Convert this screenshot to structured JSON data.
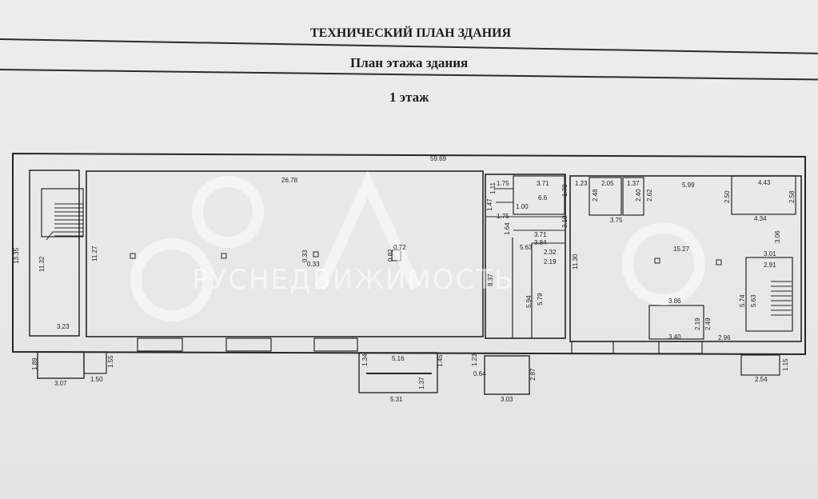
{
  "header": {
    "title": "ТЕХНИЧЕСКИЙ ПЛАН ЗДАНИЯ",
    "subtitle": "План этажа здания",
    "floor": "1 этаж"
  },
  "watermark": {
    "logo": "Avito",
    "text": "РУСНЕДВИЖИМОСТЬ"
  },
  "dimensions": {
    "overall_length": "59.69",
    "overall_depth": "13.35",
    "left_stair_height": "11.32",
    "left_stair_width": "3.23",
    "hall_width": "26.78",
    "hall_height": "11.27",
    "column_a": "0.33",
    "column_b": "0.33",
    "column_c": "0.72",
    "column_d": "0.82",
    "mid_top_a": "1.75",
    "mid_top_b": "3.71",
    "mid_top_c": "1.11",
    "mid_top_d": "1.78",
    "mid_small_a": "1.47",
    "mid_small_b": "1.00",
    "mid_small_c": "1.75",
    "mid_area": "6.6",
    "mid_room_a": "2.19",
    "mid_room_b": "3.71",
    "mid_room_c": "1.64",
    "mid_room_d": "3.84",
    "mid_room_e": "5.63",
    "mid_room_f": "2.32",
    "mid_room_g": "2.19",
    "mid_height": "8.37",
    "mid_room_h": "5.94",
    "mid_room_i": "5.79",
    "right_height": "11.30",
    "right_a": "1.23",
    "right_b": "2.05",
    "right_c": "1.37",
    "right_d": "2.48",
    "right_e": "2.40",
    "right_f": "2.62",
    "right_g": "3.75",
    "right_h": "5.99",
    "right_i": "4.43",
    "right_j": "2.50",
    "right_k": "2.58",
    "right_l": "4.34",
    "right_m": "3.06",
    "right_n": "15.27",
    "right_o": "3.01",
    "right_p": "2.91",
    "right_q": "5.74",
    "right_r": "5.63",
    "right_s": "3.86",
    "right_t": "2.19",
    "right_u": "2.49",
    "right_v": "3.40",
    "right_w": "2.96",
    "porch_left_a": "1.89",
    "porch_left_b": "1.55",
    "porch_left_c": "3.07",
    "porch_left_d": "1.50",
    "porch_mid_a": "5.16",
    "porch_mid_b": "1.34",
    "porch_mid_c": "1.37",
    "porch_mid_d": "1.45",
    "porch_mid_e": "5.31",
    "porch_c_a": "1.23",
    "porch_c_b": "0.64",
    "porch_c_c": "2.87",
    "porch_c_d": "3.03",
    "porch_right_a": "2.54",
    "porch_right_b": "1.15"
  }
}
